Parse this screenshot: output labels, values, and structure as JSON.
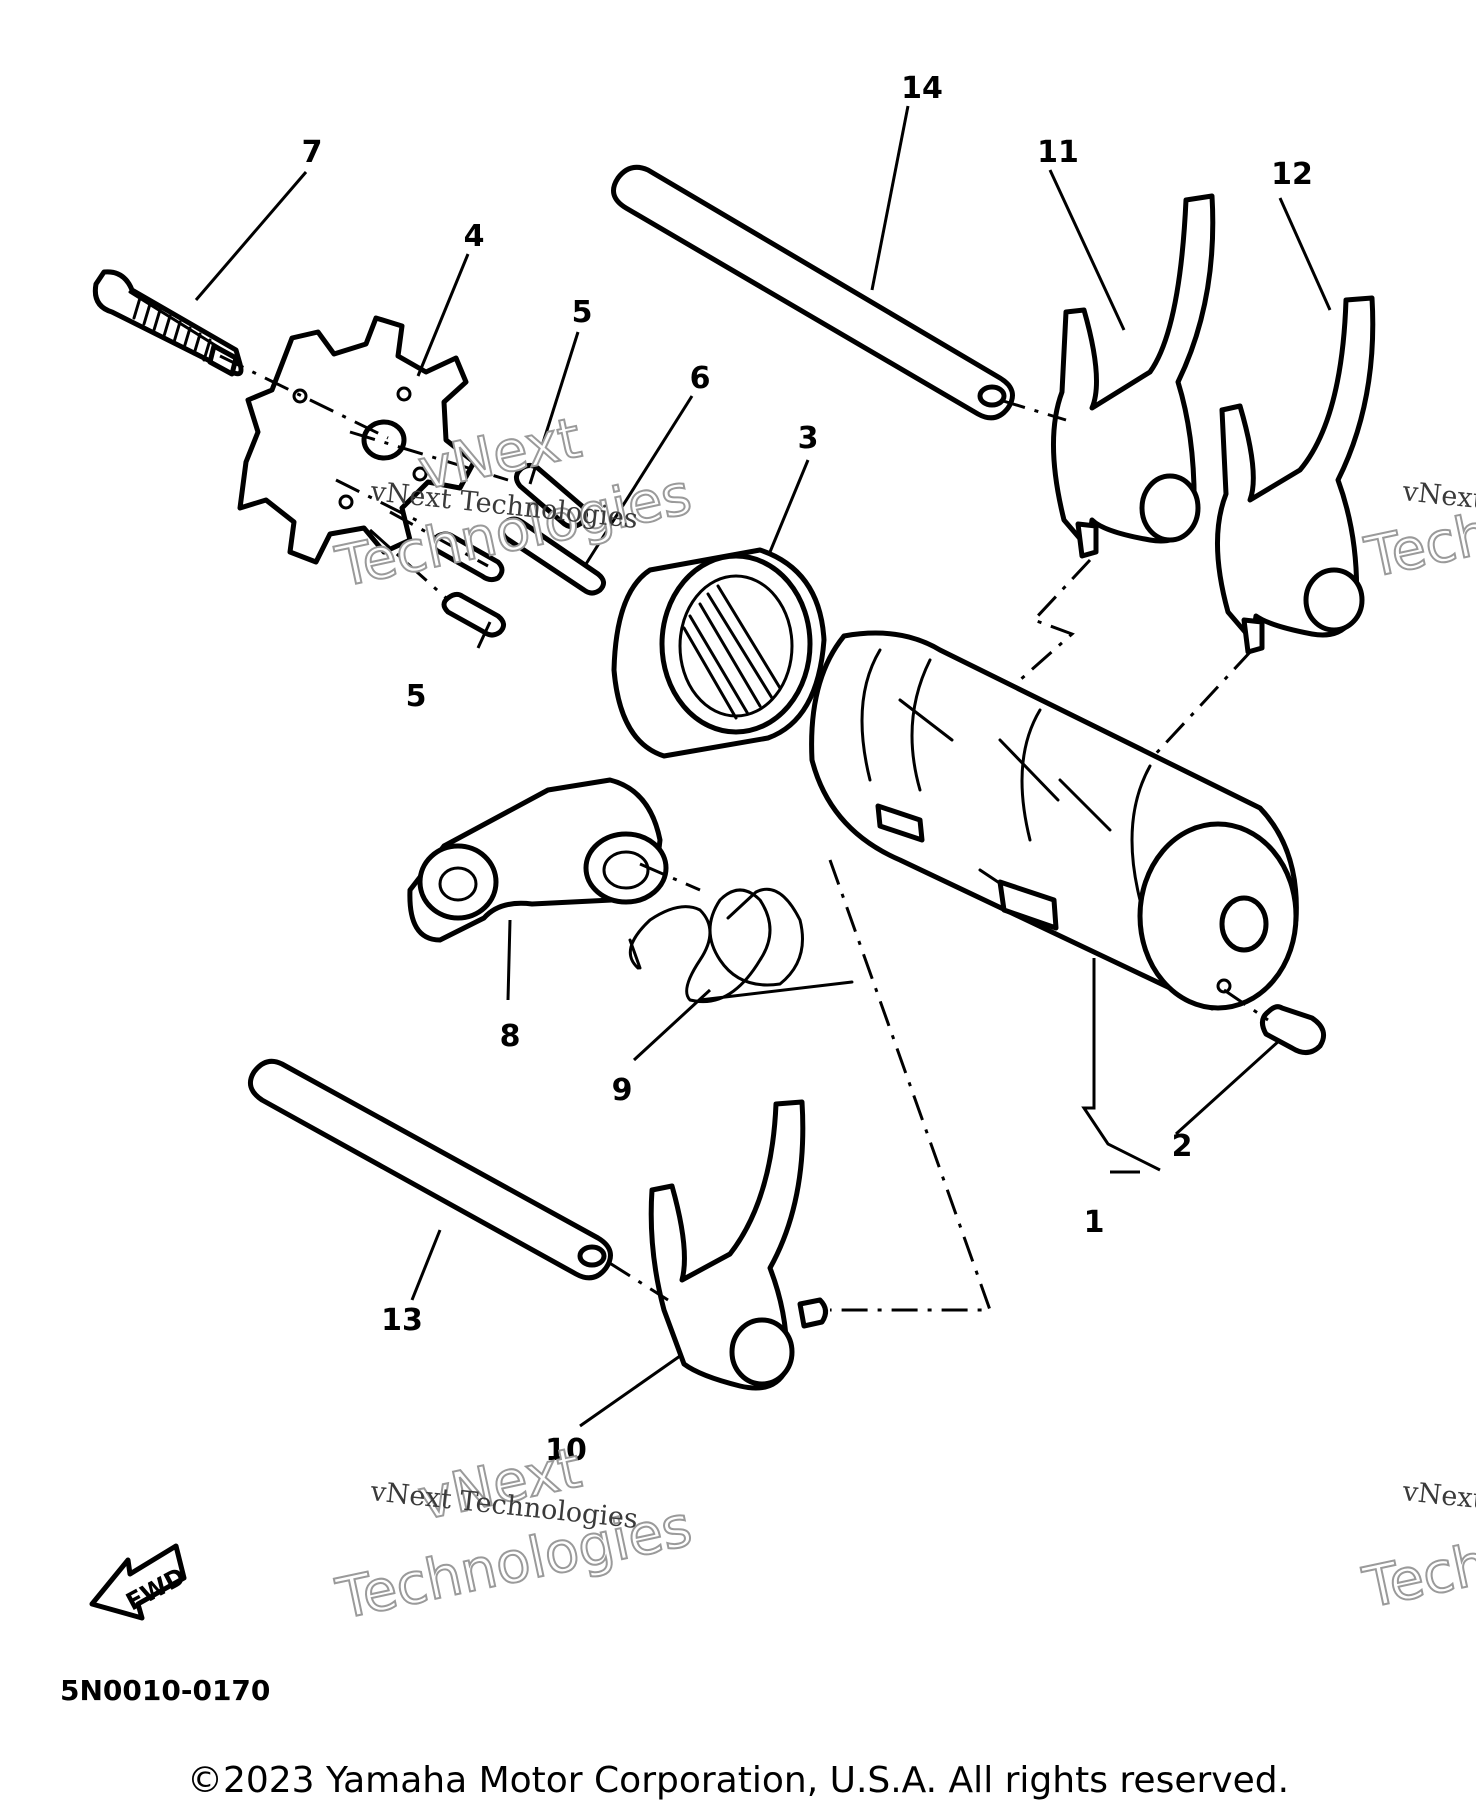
{
  "diagram": {
    "callouts": {
      "c1": "1",
      "c2": "2",
      "c3": "3",
      "c4": "4",
      "c5a": "5",
      "c5b": "5",
      "c6": "6",
      "c7": "7",
      "c8": "8",
      "c9": "9",
      "c10": "10",
      "c11": "11",
      "c12": "12",
      "c13": "13",
      "c14": "14"
    },
    "part_code": "5N0010-0170",
    "fwd_label": "FWD"
  },
  "watermark": {
    "line_small": "vNext Technologies",
    "line_big_1": "vNext",
    "line_big_2": "Technologies"
  },
  "copyright": "©2023 Yamaha Motor Corporation, U.S.A. All rights reserved."
}
